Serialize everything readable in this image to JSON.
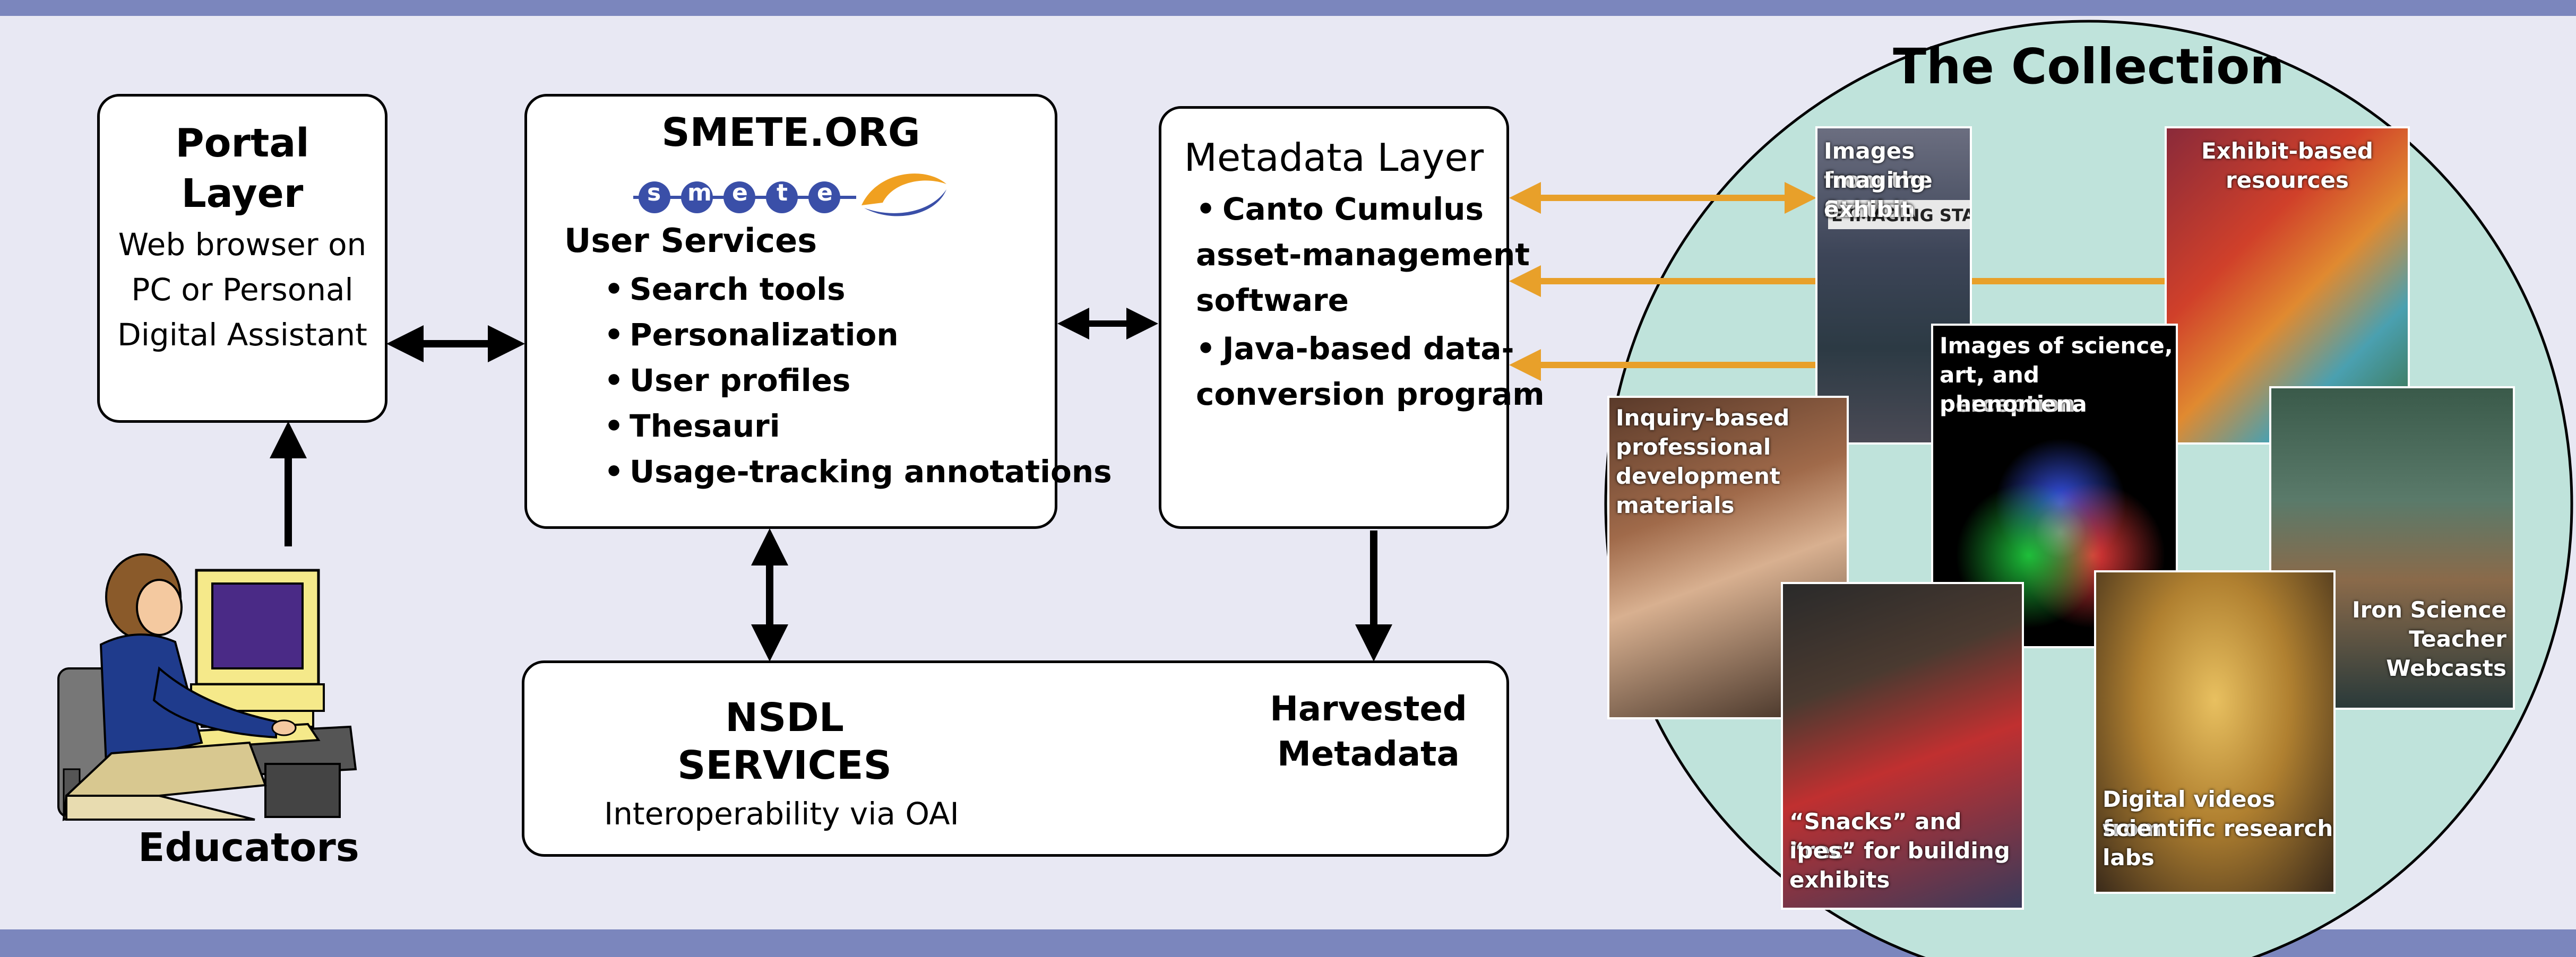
{
  "portal": {
    "title_lines": [
      "Portal",
      "Layer"
    ],
    "desc_lines": [
      "Web browser on",
      "PC or Personal",
      "Digital Assistant"
    ]
  },
  "educators": {
    "label": "Educators"
  },
  "smete": {
    "title": "SMETE.ORG",
    "logo_letters": [
      "s",
      "m",
      "e",
      "t",
      "e"
    ],
    "user_services_label": "User Services",
    "services": [
      "Search tools",
      "Personalization",
      "User profiles",
      "Thesauri",
      "Usage-tracking annotations"
    ]
  },
  "metadata": {
    "title": "Metadata Layer",
    "items": [
      "Canto Cumulus asset-management software",
      "Java-based data-conversion program"
    ],
    "item_lines": [
      [
        "Canto Cumulus",
        "asset-management",
        "software"
      ],
      [
        "Java-based data-",
        "conversion program"
      ]
    ]
  },
  "nsdl": {
    "title_lines": [
      "NSDL",
      "SERVICES"
    ],
    "subtitle": "Interoperability via OAI",
    "harvested_lines": [
      "Harvested",
      "Metadata"
    ]
  },
  "collection": {
    "title": "The Collection",
    "items": [
      {
        "caption_lines": [
          "Images from the",
          "Imaging Station",
          "exhibit"
        ],
        "sign_text": "E IMAGING STATION"
      },
      {
        "caption_lines": [
          "Exhibit-based",
          "resources"
        ]
      },
      {
        "caption_lines": [
          "Images of science,",
          "art, and perception",
          "phenomena"
        ]
      },
      {
        "caption_lines": [
          "Inquiry-based",
          "professional",
          "development",
          "materials"
        ]
      },
      {
        "caption_lines": [
          "Iron Science",
          "Teacher",
          "Webcasts"
        ]
      },
      {
        "caption_lines": [
          "“Snacks” and “rec-",
          "ipes” for building",
          "exhibits"
        ]
      },
      {
        "caption_lines": [
          "Digital videos from",
          "scientific research",
          "labs"
        ]
      }
    ]
  },
  "colors": {
    "band": "#7b86bd",
    "background": "#e8e8f3",
    "circle_fill": "#bfe3db",
    "arrow_orange": "#e8a02a",
    "logo_blue": "#3a4fa8",
    "logo_orange": "#f0a020"
  }
}
